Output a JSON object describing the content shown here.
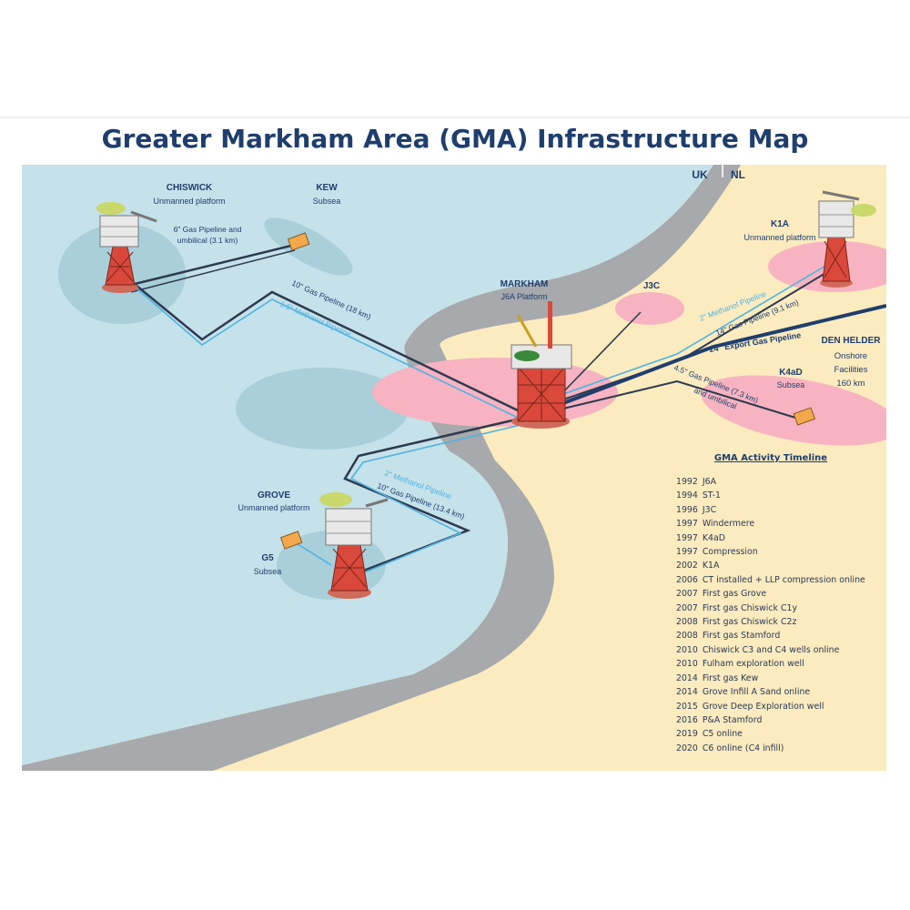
{
  "title": "Greater Markham Area (GMA) Infrastructure Map",
  "colors": {
    "sea": "#c5e1ea",
    "land": "#fbebbf",
    "shelf": "#a7a9ac",
    "field": "#f7b3c1",
    "navy": "#1f3e6e",
    "methanol": "#4fb3e0"
  },
  "borders": {
    "uk": "UK",
    "nl": "NL"
  },
  "fields": {
    "chiswick": {
      "name": "CHISWICK",
      "type": "Unmanned platform"
    },
    "kew": {
      "name": "KEW",
      "type": "Subsea"
    },
    "markham": {
      "name": "MARKHAM",
      "type": "J6A Platform"
    },
    "j3c": {
      "name": "J3C"
    },
    "k1a": {
      "name": "K1A",
      "type": "Unmanned platform"
    },
    "k4ad": {
      "name": "K4aD",
      "type": "Subsea"
    },
    "grove": {
      "name": "GROVE",
      "type": "Unmanned platform"
    },
    "g5": {
      "name": "G5",
      "type": "Subsea"
    },
    "den_helder": {
      "name": "DEN HELDER",
      "line1": "Onshore",
      "line2": "Facilities",
      "line3": "160 km"
    }
  },
  "pipelines": {
    "kew_line1": "6\" Gas Pipeline and",
    "kew_line2": "umbilical (3.1 km)",
    "chiswick_gas": "10\" Gas Pipeline (18 km)",
    "chiswick_methanol": "1.5\" Methanol Pipeline",
    "k1a_methanol": "2\" Methanol Pipeline",
    "k1a_gas": "14\" Gas Pipeline (9.1 km)",
    "export": "24\" Export Gas Pipeline",
    "k4ad_line1": "4.5\" Gas Pipeline (7.3 km)",
    "k4ad_line2": "and umbilical",
    "grove_methanol": "2\" Methanol Pipeline",
    "grove_gas": "10\" Gas Pipeline (13.4 km)"
  },
  "timeline": {
    "title": "GMA Activity Timeline",
    "events": [
      {
        "year": "1992",
        "event": "J6A"
      },
      {
        "year": "1994",
        "event": "ST-1"
      },
      {
        "year": "1996",
        "event": "J3C"
      },
      {
        "year": "1997",
        "event": "Windermere"
      },
      {
        "year": "1997",
        "event": "K4aD"
      },
      {
        "year": "1997",
        "event": "Compression"
      },
      {
        "year": "2002",
        "event": "K1A"
      },
      {
        "year": "2006",
        "event": "CT installed + LLP compression online"
      },
      {
        "year": "2007",
        "event": "First gas Grove"
      },
      {
        "year": "2007",
        "event": "First gas Chiswick C1y"
      },
      {
        "year": "2008",
        "event": "First gas Chiswick C2z"
      },
      {
        "year": "2008",
        "event": "First gas Stamford"
      },
      {
        "year": "2010",
        "event": "Chiswick C3 and C4 wells online"
      },
      {
        "year": "2010",
        "event": "Fulham exploration well"
      },
      {
        "year": "2014",
        "event": "First gas Kew"
      },
      {
        "year": "2014",
        "event": "Grove Infill A Sand online"
      },
      {
        "year": "2015",
        "event": "Grove Deep Exploration well"
      },
      {
        "year": "2016",
        "event": "P&A Stamford"
      },
      {
        "year": "2019",
        "event": "C5 online"
      },
      {
        "year": "2020",
        "event": "C6 online (C4 infill)"
      }
    ]
  }
}
